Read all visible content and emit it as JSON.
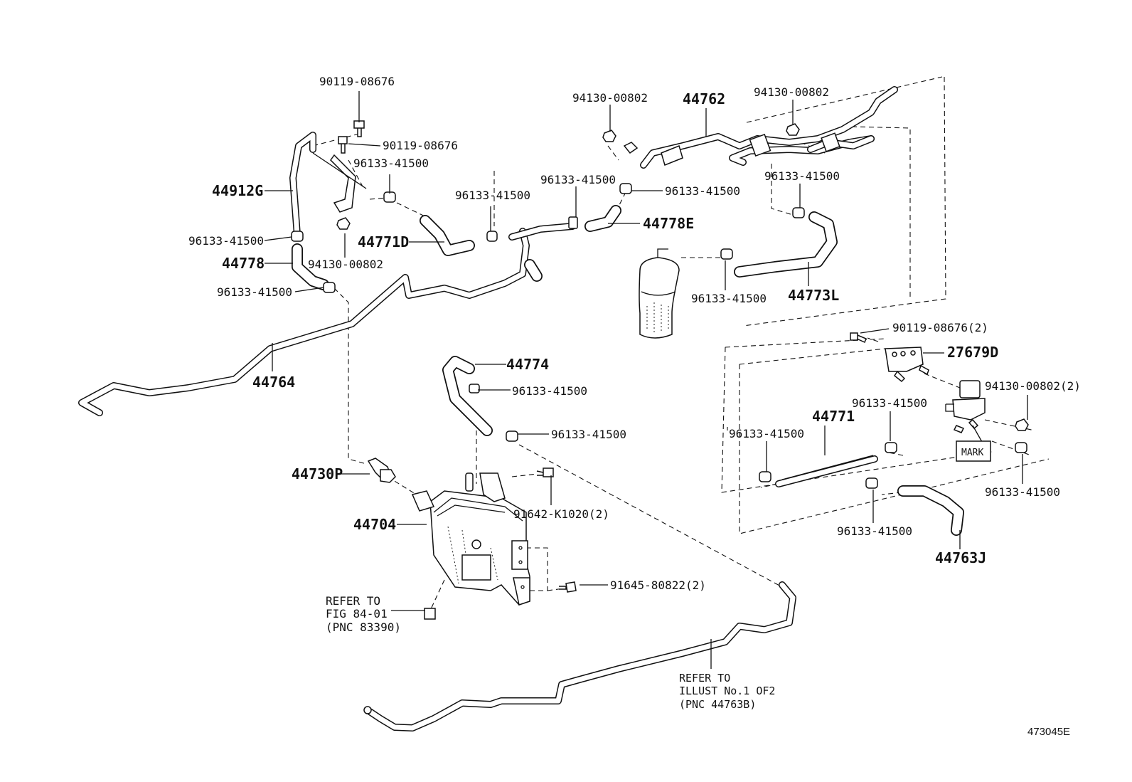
{
  "diagram": {
    "figure_id": "473045E",
    "callouts": {
      "bolt_top_left": "90119-08676",
      "bolt_top_left_2": "90119-08676",
      "clamp_top_left": "96133-41500",
      "part_44912g": "44912G",
      "clamp_left_mid": "96133-41500",
      "part_44778": "44778",
      "nut_left": "94130-00802",
      "clamp_left_low": "96133-41500",
      "part_44764": "44764",
      "part_44771d": "44771D",
      "clamp_center_a": "96133-41500",
      "clamp_center_b": "96133-41500",
      "clamp_center_c": "96133-41500",
      "part_44778e": "44778E",
      "nut_top_center": "94130-00802",
      "part_44762": "44762",
      "nut_top_right": "94130-00802",
      "clamp_right_top": "96133-41500",
      "clamp_canister": "96133-41500",
      "part_44773l": "44773L",
      "bolt_right": "90119-08676(2)",
      "part_27679d": "27679D",
      "nut_right": "94130-00802(2)",
      "clamp_44771_right": "96133-41500",
      "part_44771": "44771",
      "clamp_44771_left": "96133-41500",
      "mark_label": "MARK",
      "clamp_far_right": "96133-41500",
      "clamp_bottom_right": "96133-41500",
      "part_44763j": "44763J",
      "part_44774": "44774",
      "clamp_44774_a": "96133-41500",
      "clamp_44774_b": "96133-41500",
      "part_44730p": "44730P",
      "part_44704": "44704",
      "bolt_91642": "91642-K1020(2)",
      "bolt_91645": "91645-80822(2)"
    },
    "notes": {
      "refer_fig_line1": "REFER TO",
      "refer_fig_line2": "FIG 84-01",
      "refer_fig_line3": "(PNC 83390)",
      "refer_illust_line1": "REFER TO",
      "refer_illust_line2": "ILLUST No.1 OF2",
      "refer_illust_line3": "(PNC 44763B)"
    }
  }
}
